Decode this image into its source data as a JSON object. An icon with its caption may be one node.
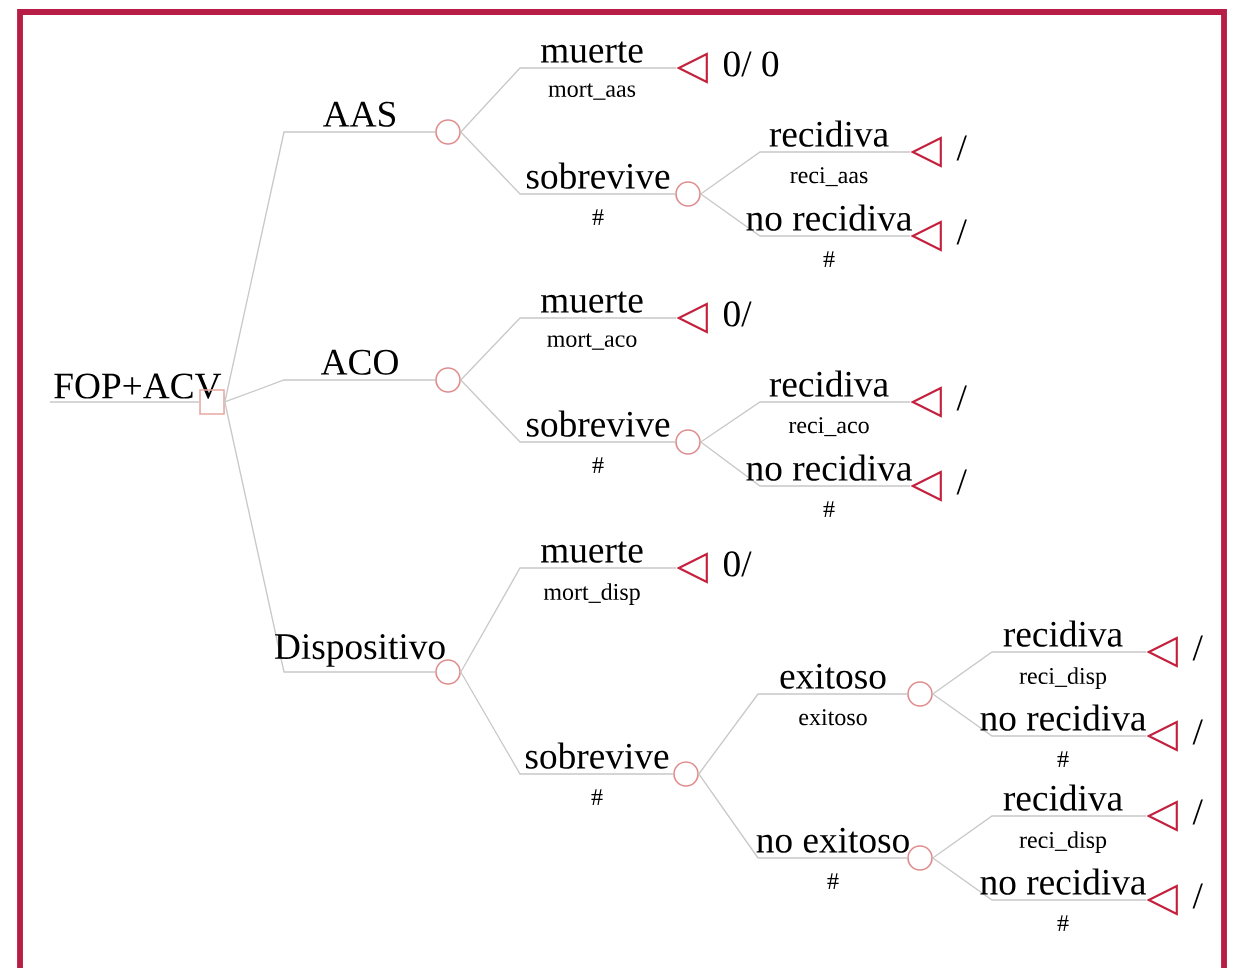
{
  "diagram": {
    "nodes": [
      {
        "text": [
          "FOP+ACV"
        ]
      },
      {
        "text": [],
        "shape": "box"
      },
      {
        "text": [],
        "shape": "circle"
      },
      {
        "text": [],
        "shape": "triangle",
        "beside": [
          "0/ 0"
        ]
      },
      {
        "text": [],
        "shape": "circle"
      },
      {
        "text": [],
        "shape": "triangle",
        "beside": [
          "/"
        ]
      },
      {
        "text": [],
        "shape": "triangle",
        "beside": [
          "/"
        ]
      },
      {
        "text": [],
        "shape": "circle"
      },
      {
        "text": [],
        "shape": "triangle",
        "beside": [
          "0/"
        ]
      },
      {
        "text": [],
        "shape": "circle"
      },
      {
        "text": [],
        "shape": "triangle",
        "beside": [
          "/"
        ]
      },
      {
        "text": [],
        "shape": "triangle",
        "beside": [
          "/"
        ]
      },
      {
        "text": [],
        "shape": "circle"
      },
      {
        "text": [],
        "shape": "triangle",
        "beside": [
          "0/"
        ]
      },
      {
        "text": [],
        "shape": "circle"
      },
      {
        "text": [],
        "shape": "circle"
      },
      {
        "text": [],
        "shape": "triangle",
        "beside": [
          "/"
        ]
      },
      {
        "text": [],
        "shape": "triangle",
        "beside": [
          "/"
        ]
      },
      {
        "text": [],
        "shape": "circle"
      },
      {
        "text": [],
        "shape": "triangle",
        "beside": [
          "/"
        ]
      },
      {
        "text": [],
        "shape": "triangle",
        "beside": [
          "/"
        ]
      }
    ],
    "edges": [
      {
        "from": 0,
        "to": 1,
        "arrow": "none"
      },
      {
        "from": 1,
        "to": 2,
        "arrow": "none",
        "label": "AAS"
      },
      {
        "from": 2,
        "to": 3,
        "arrow": "none",
        "label": "muerte"
      },
      {
        "from": 2,
        "to": 4,
        "arrow": "none",
        "label": "sobrevive"
      },
      {
        "from": 4,
        "to": 5,
        "arrow": "none",
        "label": "recidiva"
      },
      {
        "from": 4,
        "to": 6,
        "arrow": "none",
        "label": "no recidiva"
      },
      {
        "from": 1,
        "to": 7,
        "arrow": "none",
        "label": "ACO"
      },
      {
        "from": 7,
        "to": 8,
        "arrow": "none",
        "label": "muerte"
      },
      {
        "from": 7,
        "to": 9,
        "arrow": "none",
        "label": "sobrevive"
      },
      {
        "from": 9,
        "to": 10,
        "arrow": "none",
        "label": "recidiva"
      },
      {
        "from": 9,
        "to": 11,
        "arrow": "none",
        "label": "no recidiva"
      },
      {
        "from": 1,
        "to": 12,
        "arrow": "none",
        "label": "Dispositivo"
      },
      {
        "from": 12,
        "to": 13,
        "arrow": "none",
        "label": "muerte"
      },
      {
        "from": 12,
        "to": 14,
        "arrow": "none",
        "label": "sobrevive"
      },
      {
        "from": 14,
        "to": 15,
        "arrow": "none",
        "label": "exitoso"
      },
      {
        "from": 14,
        "to": 18,
        "arrow": "none",
        "label": "no exitoso"
      },
      {
        "from": 15,
        "to": 16,
        "arrow": "none",
        "label": "recidiva"
      },
      {
        "from": 15,
        "to": 17,
        "arrow": "none",
        "label": "no recidiva"
      },
      {
        "from": 18,
        "to": 19,
        "arrow": "none",
        "label": "recidiva"
      },
      {
        "from": 18,
        "to": 20,
        "arrow": "none",
        "label": "no recidiva"
      }
    ],
    "labels": [
      "mort_aas",
      "#",
      "reci_aas",
      "#",
      "mort_aco",
      "#",
      "reci_aco",
      "#",
      "mort_disp",
      "#",
      "exitoso",
      "#",
      "reci_disp",
      "#",
      "reci_disp",
      "#"
    ]
  }
}
